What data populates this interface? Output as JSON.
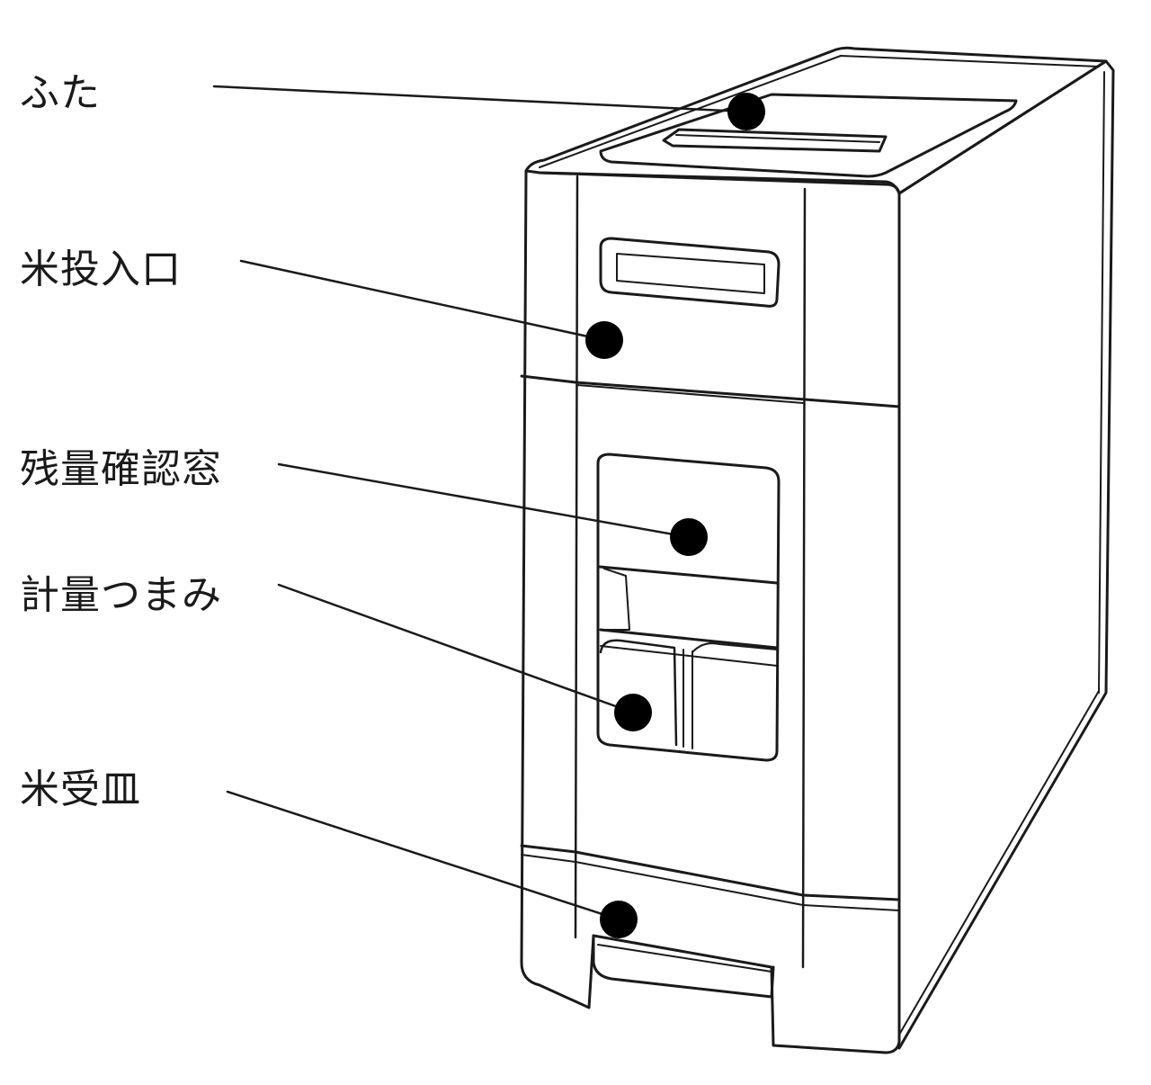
{
  "labels": {
    "lid": "ふた",
    "rice_inlet": "米投入口",
    "level_window": "残量確認窓",
    "measure_knob": "計量つまみ",
    "rice_tray": "米受皿"
  },
  "colors": {
    "line": "#1a1a1a",
    "marker": "#000000",
    "background": "#ffffff"
  }
}
